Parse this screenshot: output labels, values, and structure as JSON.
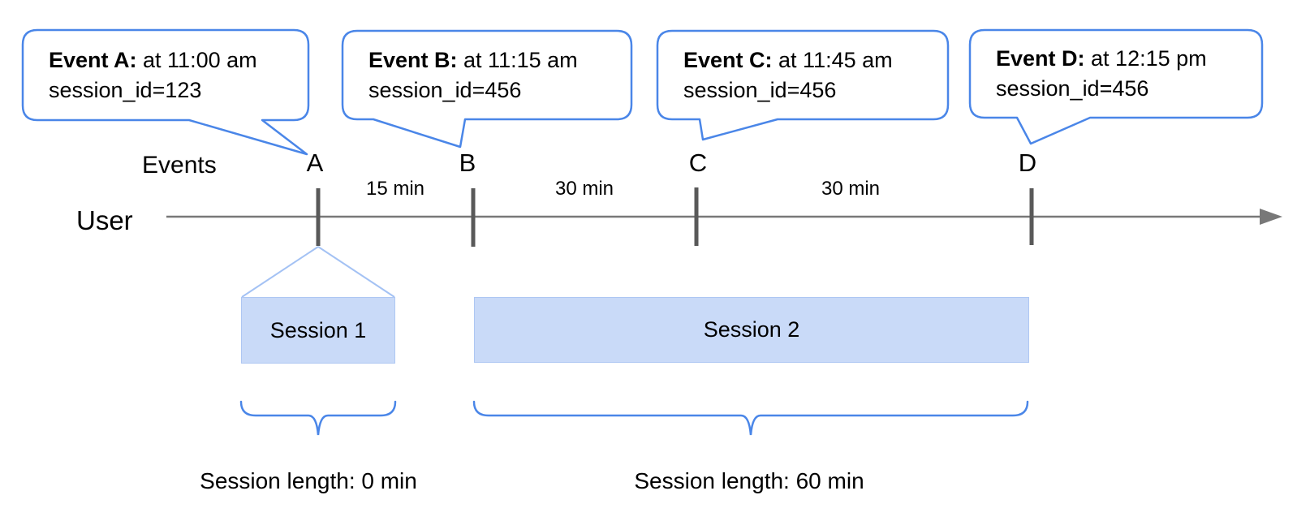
{
  "colors": {
    "bubble_border": "#4a86e8",
    "brace": "#4a86e8",
    "funnel_line": "#a4c2f4",
    "session_fill": "#c9daf8",
    "timeline_line": "#787878",
    "tick": "#595959",
    "text": "#000000"
  },
  "bubbles": [
    {
      "label": "Event A:",
      "time": " at 11:00 am",
      "session": "session_id=123"
    },
    {
      "label": "Event B:",
      "time": " at 11:15 am",
      "session": "session_id=456"
    },
    {
      "label": "Event C:",
      "time": " at 11:45 am",
      "session": "session_id=456"
    },
    {
      "label": "Event D:",
      "time": " at 12:15 pm",
      "session": "session_id=456"
    }
  ],
  "timeline": {
    "events_label": "Events",
    "user_label": "User",
    "markers": [
      "A",
      "B",
      "C",
      "D"
    ],
    "intervals": [
      "15 min",
      "30 min",
      "30 min"
    ]
  },
  "sessions": [
    {
      "label": "Session 1",
      "length_label": "Session length: 0 min"
    },
    {
      "label": "Session 2",
      "length_label": "Session length: 60 min"
    }
  ]
}
